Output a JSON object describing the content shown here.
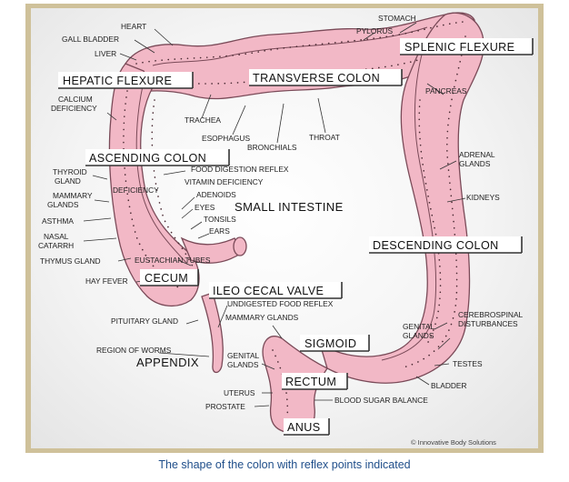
{
  "caption": "The shape of the colon with reflex points indicated",
  "copyright": "© Innovative Body Solutions",
  "colors": {
    "colon_fill": "#f2b8c6",
    "colon_outline": "#7a4a58",
    "frame": "#cfc19a",
    "caption": "#1f4e8a"
  },
  "regions": {
    "splenic_flexure": "SPLENIC FLEXURE",
    "hepatic_flexure": "HEPATIC FLEXURE",
    "transverse_colon": "TRANSVERSE COLON",
    "ascending_colon": "ASCENDING COLON",
    "descending_colon": "DESCENDING COLON",
    "small_intestine": "SMALL INTESTINE",
    "cecum": "CECUM",
    "ileo_cecal_valve": "ILEO CECAL VALVE",
    "sigmoid": "SIGMOID",
    "rectum": "RECTUM",
    "anus": "ANUS",
    "appendix": "APPENDIX"
  },
  "reflex_points": {
    "stomach": "STOMACH",
    "pylorus": "PYLORUS",
    "heart": "HEART",
    "gall_bladder": "GALL BLADDER",
    "liver": "LIVER",
    "pancreas": "PANCREAS",
    "calcium_deficiency_1": "CALCIUM",
    "calcium_deficiency_2": "DEFICIENCY",
    "trachea": "TRACHEA",
    "esophagus": "ESOPHAGUS",
    "bronchials": "BRONCHIALS",
    "throat": "THROAT",
    "adrenal_glands_1": "ADRENAL",
    "adrenal_glands_2": "GLANDS",
    "kidneys": "KIDNEYS",
    "food_digestion_reflex": "FOOD DIGESTION REFLEX",
    "vitamin_deficiency": "VITAMIN DEFICIENCY",
    "deficiency": "DEFICIENCY",
    "thyroid_gland_1": "THYROID",
    "thyroid_gland_2": "GLAND",
    "mammary_glands_1": "MAMMARY",
    "mammary_glands_2": "GLANDS",
    "adenoids": "ADENOIDS",
    "eyes": "EYES",
    "tonsils": "TONSILS",
    "ears": "EARS",
    "asthma": "ASTHMA",
    "nasal_catarrh_1": "NASAL",
    "nasal_catarrh_2": "CATARRH",
    "thymus_gland": "THYMUS GLAND",
    "eustachian_tubes": "EUSTACHIAN TUBES",
    "hay_fever": "HAY FEVER",
    "undigested_food_reflex": "UNDIGESTED FOOD REFLEX",
    "mammary_glands_lower": "MAMMARY GLANDS",
    "pituitary_gland": "PITUITARY GLAND",
    "cerebrospinal_1": "CEREBROSPINAL",
    "cerebrospinal_2": "DISTURBANCES",
    "genital_glands_right_1": "GENITAL",
    "genital_glands_right_2": "GLANDS",
    "region_of_worms": "REGION OF WORMS",
    "testes": "TESTES",
    "genital_glands_left_1": "GENITAL",
    "genital_glands_left_2": "GLANDS",
    "bladder": "BLADDER",
    "uterus": "UTERUS",
    "prostate": "PROSTATE",
    "blood_sugar_balance": "BLOOD SUGAR BALANCE"
  }
}
